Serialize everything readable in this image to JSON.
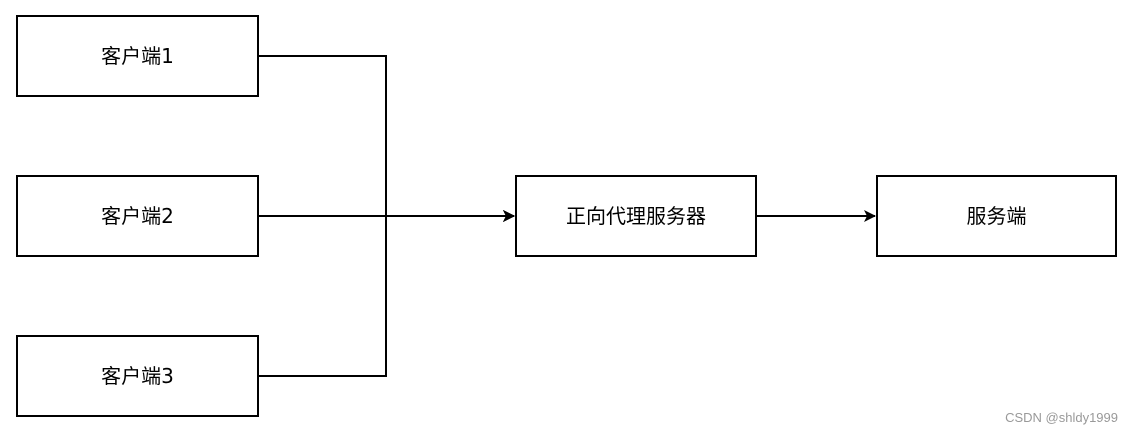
{
  "diagram": {
    "nodes": {
      "client1": "客户端1",
      "client2": "客户端2",
      "client3": "客户端3",
      "proxy": "正向代理服务器",
      "server": "服务端"
    },
    "edges": [
      {
        "from": "client1",
        "to": "proxy"
      },
      {
        "from": "client2",
        "to": "proxy"
      },
      {
        "from": "client3",
        "to": "proxy"
      },
      {
        "from": "proxy",
        "to": "server"
      }
    ],
    "colors": {
      "stroke": "#000000",
      "fill": "#ffffff",
      "watermark": "#999999"
    }
  },
  "watermark": "CSDN @shldy1999"
}
